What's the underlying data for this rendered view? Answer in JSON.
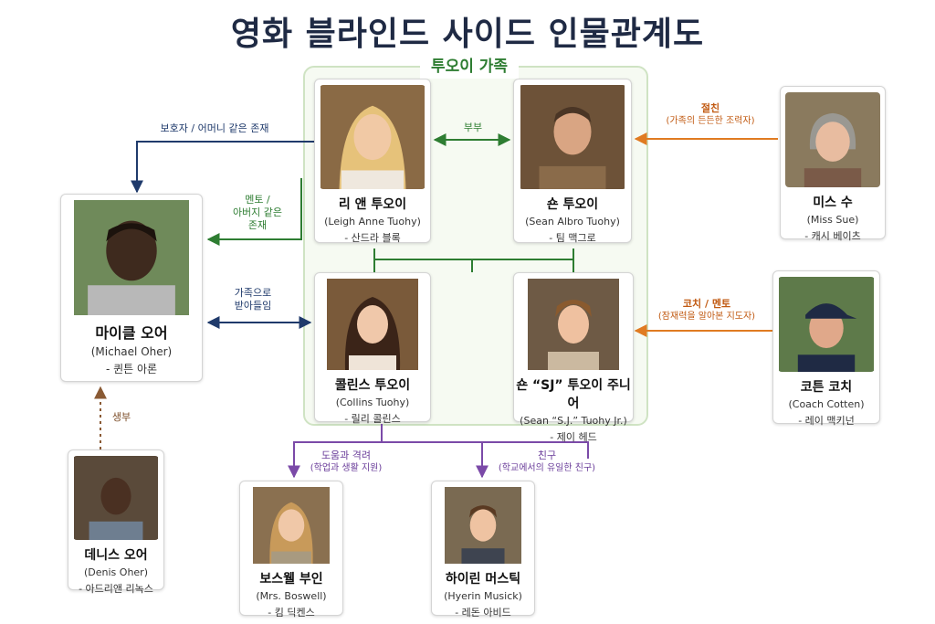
{
  "title": "영화 블라인드 사이드 인물관계도",
  "family_box_title": "투오이 가족",
  "people": {
    "leigh": {
      "name": "리 앤 투오이",
      "eng": "(Leigh Anne Tuohy)",
      "actor": "- 산드라 블록"
    },
    "sean": {
      "name": "숀 투오이",
      "eng": "(Sean Albro Tuohy)",
      "actor": "- 팀 맥그로"
    },
    "collins": {
      "name": "콜린스 투오이",
      "eng": "(Collins Tuohy)",
      "actor": "- 릴리 콜린스"
    },
    "sj": {
      "name": "숀 “SJ” 투오이 주니어",
      "eng": "(Sean “S.J.” Tuohy Jr.)",
      "actor": "- 제이 헤드"
    },
    "michael": {
      "name": "마이클 오어",
      "eng": "(Michael Oher)",
      "actor": "- 퀸튼 아론"
    },
    "misssue": {
      "name": "미스 수",
      "eng": "(Miss Sue)",
      "actor": "- 캐시 베이츠"
    },
    "cotten": {
      "name": "코튼 코치",
      "eng": "(Coach Cotten)",
      "actor": "- 레이 맥키넌"
    },
    "denis": {
      "name": "데니스 오어",
      "eng": "(Denis Oher)",
      "actor": "- 아드리앤 리녹스"
    },
    "boswell": {
      "name": "보스웰 부인",
      "eng": "(Mrs. Boswell)",
      "actor": "- 킴 딕켄스"
    },
    "hyerin": {
      "name": "하이린 머스틱",
      "eng": "(Hyerin Musick)",
      "actor": "- 레돈 아비드"
    }
  },
  "relations": {
    "couple": "부부",
    "guardian": "보호자 / 어머니 같은 존재",
    "mentor_line1": "멘토 /",
    "mentor_line2": "아버지 같은",
    "mentor_line3": "존재",
    "adopt_line1": "가족으로",
    "adopt_line2": "받아들임",
    "friend_main": "절친",
    "friend_sub": "(가족의 든든한 조력자)",
    "coach_main": "코치 / 멘토",
    "coach_sub": "(잠재력을 알아본 지도자)",
    "birth": "생부",
    "help_main": "도움과 격려",
    "help_sub": "(학업과 생활 지원)",
    "school_main": "친구",
    "school_sub": "(학교에서의 유일한 친구)"
  },
  "colors": {
    "navy": "#1f3a6b",
    "green": "#2e7d32",
    "orange": "#e07b22",
    "brown": "#8a5a34",
    "purple": "#7b4aa8"
  }
}
